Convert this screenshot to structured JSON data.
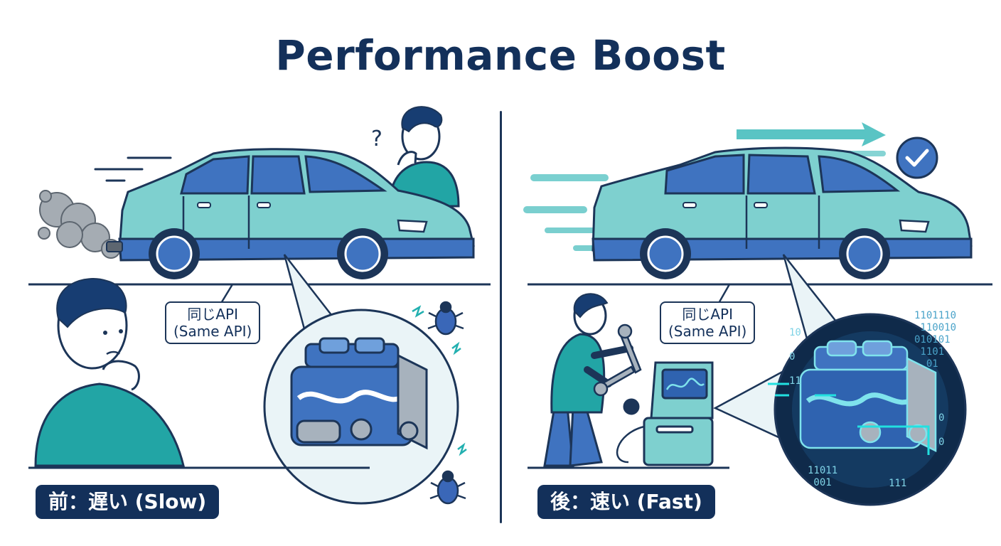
{
  "title": "Performance Boost",
  "colors": {
    "navy": "#13305a",
    "body_teal": "#7ed0cf",
    "body_blue": "#3f73c0",
    "accent_teal": "#22b0b0",
    "smoke": "#9aa3ab",
    "bug": "#3a67b8"
  },
  "before": {
    "label_line1": "同じAPI",
    "label_line2": "(Same API)",
    "caption": "前：遅い (Slow)",
    "icons": [
      "question-mark-icon",
      "bug-icon",
      "lightning-icon",
      "smoke-icon"
    ]
  },
  "after": {
    "label_line1": "同じAPI",
    "label_line2": "(Same API)",
    "caption": "後：速い (Fast)",
    "icons": [
      "checkmark-icon",
      "speed-arrow-icon",
      "wrench-icon",
      "diagnostic-machine-icon"
    ],
    "binary_top": "1101110\n 110010\n010101\n 1101\n  01",
    "binary_left": "10\n\n0\n\n11",
    "binary_bottom": "11011\n 001",
    "binary_bottom_right": "111",
    "binary_right": "0\n\n0"
  }
}
